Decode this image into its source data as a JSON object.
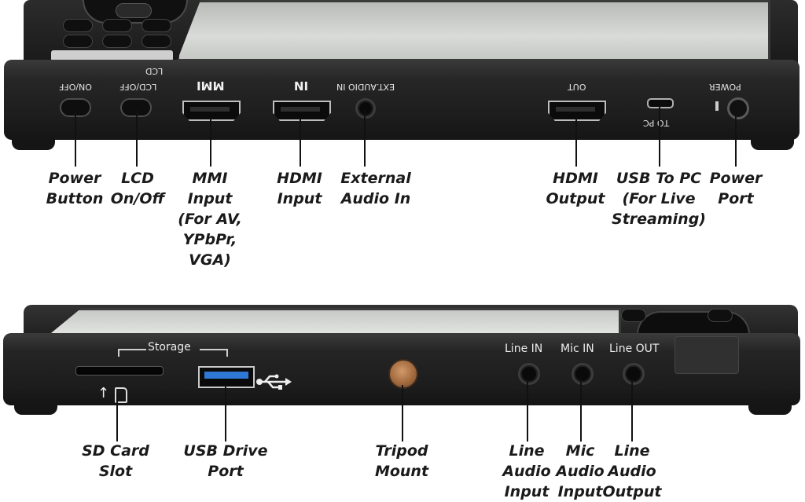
{
  "device_labels_top": {
    "on_off": "ON/OFF",
    "lcd": "LCD",
    "lcd_off": "LCD/OFF",
    "mmi": "MMI",
    "in": "IN",
    "ext_audio": "EXT.AUDIO IN",
    "out": "OUT",
    "to_pc": "TO PC",
    "power": "POWER"
  },
  "device_labels_bottom": {
    "storage": "Storage",
    "line_in": "Line IN",
    "mic_in": "Mic IN",
    "line_out": "Line OUT"
  },
  "callouts_top": [
    {
      "text": "Power\nButton"
    },
    {
      "text": "LCD\nOn/Off"
    },
    {
      "text": "MMI\nInput\n(For AV,\nYPbPr,\nVGA)"
    },
    {
      "text": "HDMI\nInput"
    },
    {
      "text": "External\nAudio In"
    },
    {
      "text": "HDMI\nOutput"
    },
    {
      "text": "USB To PC\n(For Live\nStreaming)"
    },
    {
      "text": "Power\nPort"
    }
  ],
  "callouts_bottom": [
    {
      "text": "SD Card\nSlot"
    },
    {
      "text": "USB Drive\nPort"
    },
    {
      "text": "Tripod\nMount"
    },
    {
      "text": "Line\nAudio\nInput"
    },
    {
      "text": "Mic\nAudio\nInput"
    },
    {
      "text": "Line\nAudio\nOutput"
    }
  ],
  "icons": {
    "usb_symbol": "usb-icon",
    "sd_card": "sd-card-icon",
    "arrow_up": "arrow-up-icon"
  },
  "colors": {
    "device_body": "#1d1d1d",
    "usb_port_blue": "#2f78d6",
    "tripod_brass": "#a26a3e",
    "callout_text": "#1a1a1a"
  }
}
